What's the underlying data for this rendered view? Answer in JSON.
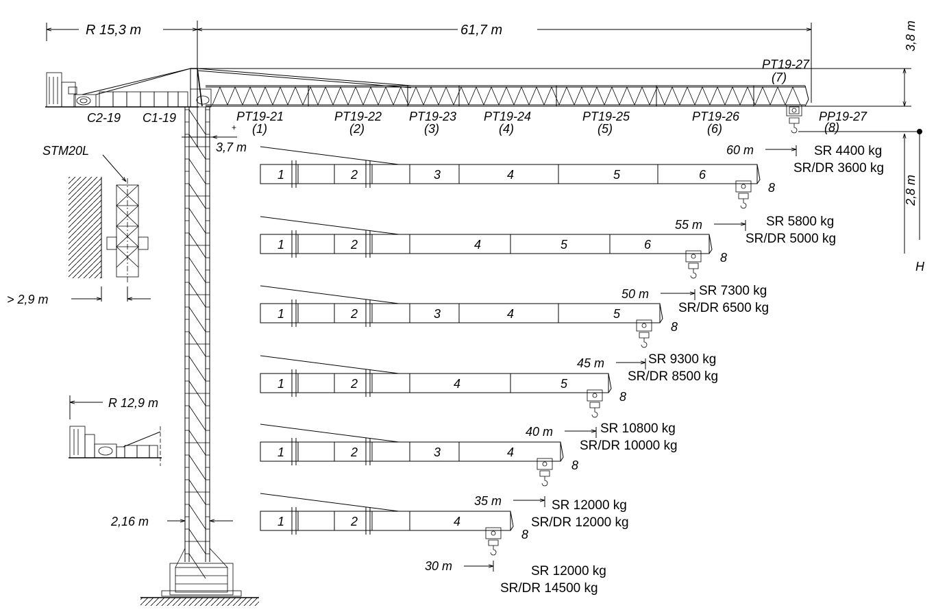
{
  "dimensions": {
    "counter_jib_radius": "R 15,3 m",
    "jib_length": "61,7 m",
    "top_height": "3,8 m",
    "hook_height": "2,8 m",
    "height_label": "H",
    "tower_offset": "3,7 m",
    "wall_clearance": "> 2,9 m",
    "short_counter_jib_radius": "R 12,9 m",
    "mast_width": "2,16 m"
  },
  "counterweights": {
    "c2": "C2-19",
    "c1": "C1-19"
  },
  "anchoring_label": "STM20L",
  "jib_sections": [
    {
      "code": "PT19-21",
      "num": "(1)"
    },
    {
      "code": "PT19-22",
      "num": "(2)"
    },
    {
      "code": "PT19-23",
      "num": "(3)"
    },
    {
      "code": "PT19-24",
      "num": "(4)"
    },
    {
      "code": "PT19-25",
      "num": "(5)"
    },
    {
      "code": "PT19-26",
      "num": "(6)"
    },
    {
      "code": "PT19-27",
      "num": "(7)"
    },
    {
      "code": "PP19-27",
      "num": "(8)"
    }
  ],
  "configurations": [
    {
      "reach": "60 m",
      "sr": "SR 4400 kg",
      "srdr": "SR/DR 3600 kg",
      "sections": [
        "1",
        "2",
        "3",
        "4",
        "5",
        "6"
      ],
      "tip": "8"
    },
    {
      "reach": "55 m",
      "sr": "SR 5800 kg",
      "srdr": "SR/DR 5000 kg",
      "sections": [
        "1",
        "2",
        "4",
        "5",
        "6"
      ],
      "tip": "8"
    },
    {
      "reach": "50 m",
      "sr": "SR 7300 kg",
      "srdr": "SR/DR 6500 kg",
      "sections": [
        "1",
        "2",
        "3",
        "4",
        "5"
      ],
      "tip": "8"
    },
    {
      "reach": "45 m",
      "sr": "SR 9300 kg",
      "srdr": "SR/DR 8500 kg",
      "sections": [
        "1",
        "2",
        "4",
        "5"
      ],
      "tip": "8"
    },
    {
      "reach": "40 m",
      "sr": "SR 10800 kg",
      "srdr": "SR/DR 10000 kg",
      "sections": [
        "1",
        "2",
        "3",
        "4"
      ],
      "tip": "8"
    },
    {
      "reach": "35 m",
      "sr": "SR 12000 kg",
      "srdr": "SR/DR 12000 kg",
      "sections": [
        "1",
        "2",
        "4"
      ],
      "tip": "8"
    },
    {
      "reach": "30 m",
      "sr": "SR 12000 kg",
      "srdr": "SR/DR 14500 kg",
      "sections": [],
      "tip": ""
    }
  ]
}
